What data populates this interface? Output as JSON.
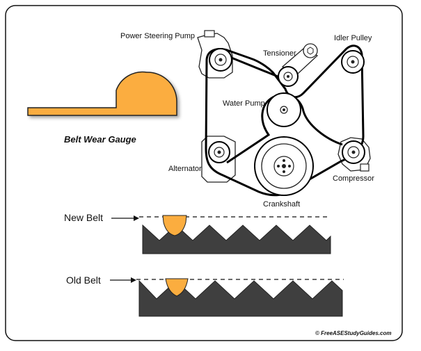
{
  "colors": {
    "gauge": "#fbad3f",
    "belt_rubber": "#3f3f3f",
    "belt_line": "#000000",
    "pulley_fill": "#ffffff",
    "bracket_fill": "#ffffff",
    "border": "#111111"
  },
  "gauge": {
    "label": "Belt Wear Gauge"
  },
  "components": {
    "power_steering_pump": "Power Steering Pump",
    "idler_pulley": "Idler Pulley",
    "tensioner": "Tensioner",
    "water_pump": "Water Pump",
    "alternator": "Alternator",
    "compressor": "Compressor",
    "crankshaft": "Crankshaft"
  },
  "belts": {
    "new_label": "New Belt",
    "old_label": "Old Belt"
  },
  "copyright": "© FreeASEStudyGuides.com"
}
